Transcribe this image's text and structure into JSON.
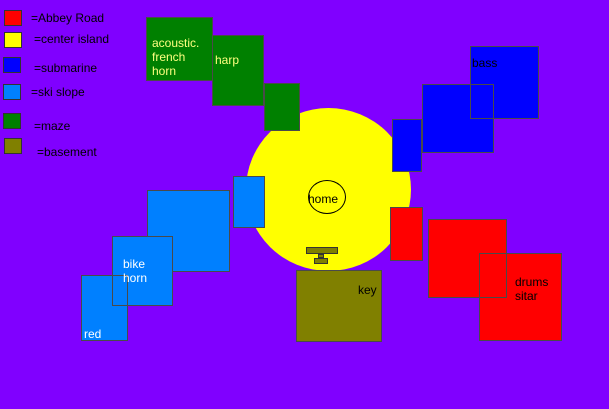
{
  "legend": [
    {
      "label": "=Abbey Road",
      "color": "#ff0000"
    },
    {
      "label": "=center island",
      "color": "#ffff00"
    },
    {
      "label": "=submarine",
      "color": "#0000ff"
    },
    {
      "label": "=ski slope",
      "color": "#0080ff"
    },
    {
      "label": "=maze",
      "color": "#008000"
    },
    {
      "label": "=basement",
      "color": "#808000"
    }
  ],
  "labels": {
    "acoustic": "acoustic.\nfrench\nhorn",
    "harp": "harp",
    "bass": "bass",
    "home": "home",
    "bike_horn": "bike\nhorn",
    "red": "red",
    "key": "key",
    "drums_sitar": "drums\nsitar"
  },
  "colors": {
    "background": "#8000ff",
    "red": "#ff0000",
    "yellow": "#ffff00",
    "blue": "#0000ff",
    "light_blue": "#0080ff",
    "green": "#008000",
    "olive": "#808000"
  }
}
